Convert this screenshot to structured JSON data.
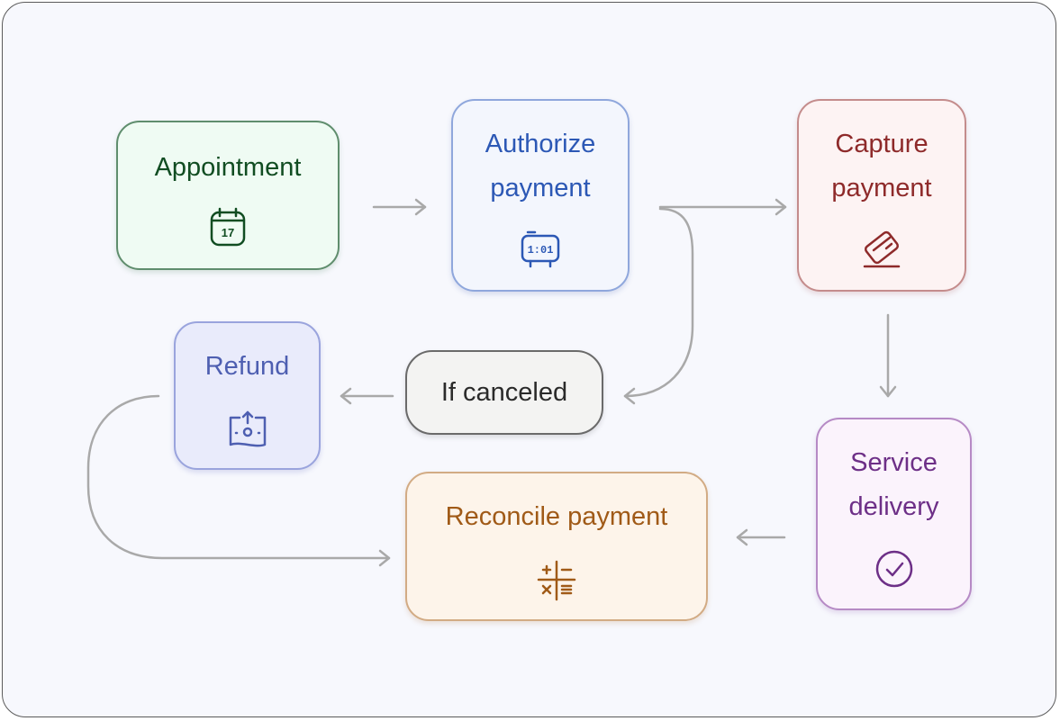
{
  "diagram": {
    "nodes": {
      "appointment": {
        "label": "Appointment",
        "icon": "calendar-icon",
        "icon_text": "17",
        "color": "#114d22"
      },
      "authorize": {
        "label_line1": "Authorize",
        "label_line2": "payment",
        "icon": "timer-display-icon",
        "icon_text": "1:01",
        "color": "#2c58b5"
      },
      "capture": {
        "label_line1": "Capture",
        "label_line2": "payment",
        "icon": "credit-card-icon",
        "color": "#8e2a2a"
      },
      "if_canceled": {
        "label": "If canceled",
        "color": "#2a2a2a"
      },
      "refund": {
        "label": "Refund",
        "icon": "money-refund-icon",
        "color": "#4e5fb1"
      },
      "service": {
        "label_line1": "Service",
        "label_line2": "delivery",
        "icon": "check-circle-icon",
        "color": "#6d2f87"
      },
      "reconcile": {
        "label": "Reconcile payment",
        "icon": "calculator-icon",
        "color": "#a05a17"
      }
    },
    "edges": [
      {
        "from": "appointment",
        "to": "authorize"
      },
      {
        "from": "authorize",
        "to": "capture"
      },
      {
        "from": "authorize",
        "to": "if_canceled"
      },
      {
        "from": "capture",
        "to": "service"
      },
      {
        "from": "if_canceled",
        "to": "refund"
      },
      {
        "from": "service",
        "to": "reconcile"
      },
      {
        "from": "refund",
        "to": "reconcile"
      }
    ],
    "arrow_color": "#a9a9a9"
  }
}
